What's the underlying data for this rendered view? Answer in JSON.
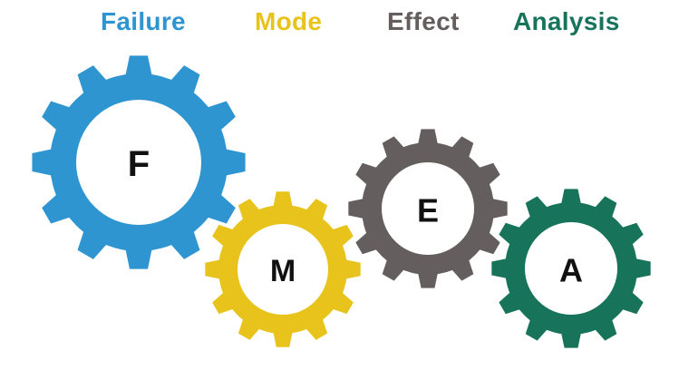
{
  "title_words": [
    {
      "id": "failure",
      "text": "Failure",
      "color": "#2e95d0"
    },
    {
      "id": "mode",
      "text": "Mode",
      "color": "#e8c31c"
    },
    {
      "id": "effect",
      "text": "Effect",
      "color": "#645e5e"
    },
    {
      "id": "analysis",
      "text": "Analysis",
      "color": "#17735a"
    }
  ],
  "gears": [
    {
      "id": "failure",
      "letter": "F",
      "color": "#2e95d0",
      "teeth": 12
    },
    {
      "id": "mode",
      "letter": "M",
      "color": "#e8c31c",
      "teeth": 12
    },
    {
      "id": "effect",
      "letter": "E",
      "color": "#645e5e",
      "teeth": 12
    },
    {
      "id": "analysis",
      "letter": "A",
      "color": "#17735a",
      "teeth": 12
    }
  ]
}
